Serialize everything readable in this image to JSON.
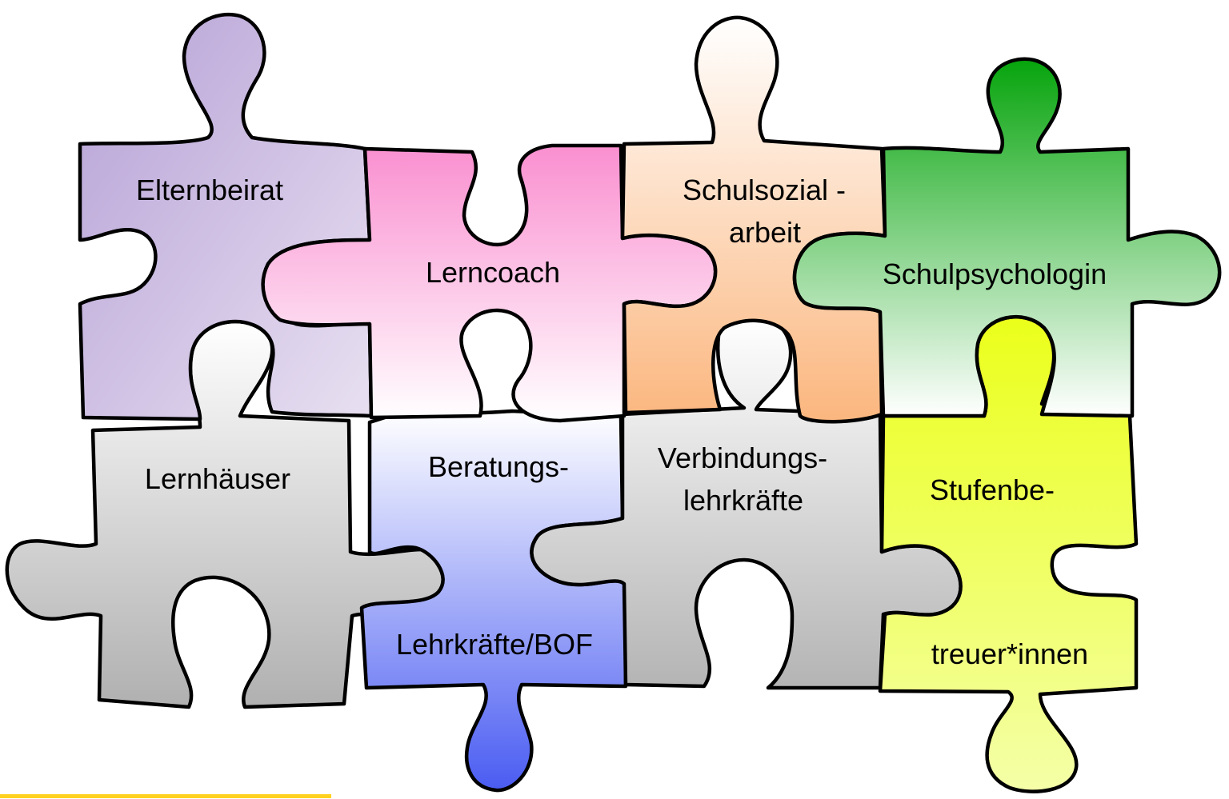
{
  "pieces": [
    {
      "id": "elternbeirat",
      "lines": [
        "Elternbeirat"
      ],
      "color_top": "#b6a1d6",
      "color_bottom": "#e8e0f1"
    },
    {
      "id": "lerncoach",
      "lines": [
        "Lerncoach"
      ],
      "color_top": "#fa8fd0",
      "color_bottom": "#ffffff"
    },
    {
      "id": "schulsozialarbeit",
      "lines": [
        "Schulsozial -",
        "arbeit"
      ],
      "color_top": "#ffffff",
      "color_bottom": "#fbb67e"
    },
    {
      "id": "schulpsychologin",
      "lines": [
        "Schulpsychologin"
      ],
      "color_top": "#06a40c",
      "color_bottom": "#ffffff"
    },
    {
      "id": "lernhaeuser",
      "lines": [
        "Lernhäuser"
      ],
      "color_top": "#ffffff",
      "color_bottom": "#b0b0b0"
    },
    {
      "id": "beratungslehrkraefte",
      "lines": [
        "Beratungs-",
        "Lehrkräfte/BOF"
      ],
      "color_top": "#ffffff",
      "color_bottom": "#4a5cf2"
    },
    {
      "id": "verbindungslehrkraefte",
      "lines": [
        "Verbindungs-",
        "lehrkräfte"
      ],
      "color_top": "#ffffff",
      "color_bottom": "#b4b4b4"
    },
    {
      "id": "stufenbetreuer",
      "lines": [
        "Stufenbe-",
        "treuer*innen"
      ],
      "color_top": "#ebff1a",
      "color_bottom": "#f4ffa8"
    }
  ],
  "accent_line_color": "#ffd21f"
}
